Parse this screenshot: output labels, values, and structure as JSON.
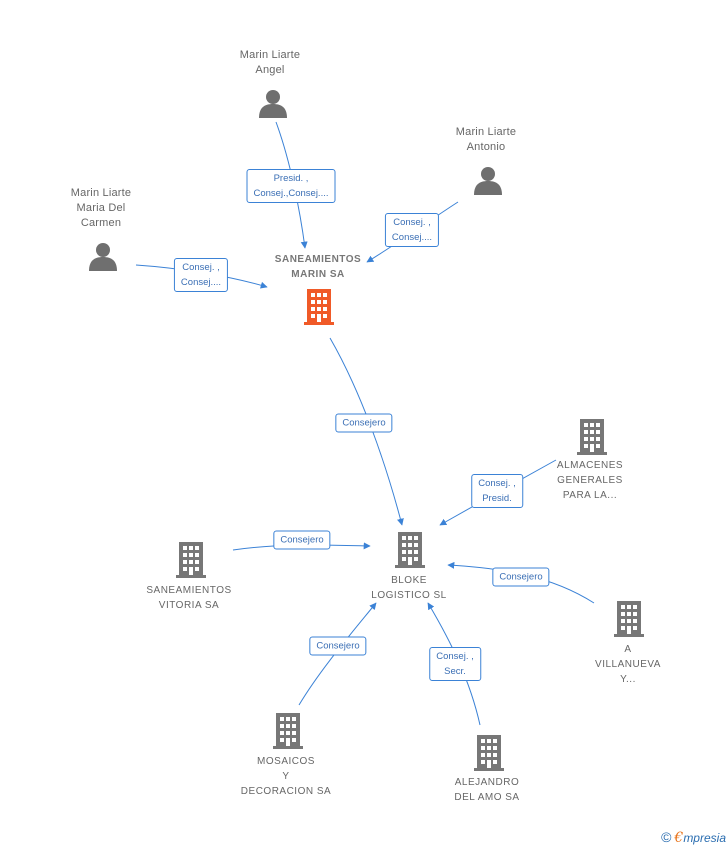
{
  "people": [
    {
      "id": "angel",
      "label": "Marin Liarte\nAngel"
    },
    {
      "id": "antonio",
      "label": "Marin Liarte\nAntonio"
    },
    {
      "id": "carmen",
      "label": "Marin Liarte\nMaria Del\nCarmen"
    }
  ],
  "companies": [
    {
      "id": "saneamientos_marin",
      "label": "SANEAMIENTOS\nMARIN SA",
      "color": "#f05a28",
      "main": true
    },
    {
      "id": "bloke",
      "label": "BLOKE\nLOGISTICO SL",
      "color": "#777777"
    },
    {
      "id": "almacenes",
      "label": "ALMACENES\nGENERALES\nPARA LA...",
      "color": "#777777"
    },
    {
      "id": "saneamientos_vitoria",
      "label": "SANEAMIENTOS\nVITORIA SA",
      "color": "#777777"
    },
    {
      "id": "villanueva",
      "label": "A\nVILLANUEVA\nY...",
      "color": "#777777"
    },
    {
      "id": "mosaicos",
      "label": "MOSAICOS\nY\nDECORACION SA",
      "color": "#777777"
    },
    {
      "id": "alejandro",
      "label": "ALEJANDRO\nDEL AMO SA",
      "color": "#777777"
    }
  ],
  "edges": [
    {
      "id": "e-angel",
      "label": "Presid. ,\nConsej.,Consej...."
    },
    {
      "id": "e-antonio",
      "label": "Consej. ,\nConsej...."
    },
    {
      "id": "e-carmen",
      "label": "Consej. ,\nConsej...."
    },
    {
      "id": "e-main-bloke",
      "label": "Consejero"
    },
    {
      "id": "e-almacenes",
      "label": "Consej. ,\nPresid."
    },
    {
      "id": "e-vitoria",
      "label": "Consejero"
    },
    {
      "id": "e-villanueva",
      "label": "Consejero"
    },
    {
      "id": "e-mosaicos",
      "label": "Consejero"
    },
    {
      "id": "e-alejandro",
      "label": "Consej. ,\nSecr."
    }
  ],
  "colors": {
    "edge": "#3b82d6",
    "person": "#6f6f6f",
    "building": "#777777",
    "main_building": "#f05a28"
  },
  "brand": {
    "copyright": "©",
    "initial": "€",
    "rest": "mpresia"
  }
}
